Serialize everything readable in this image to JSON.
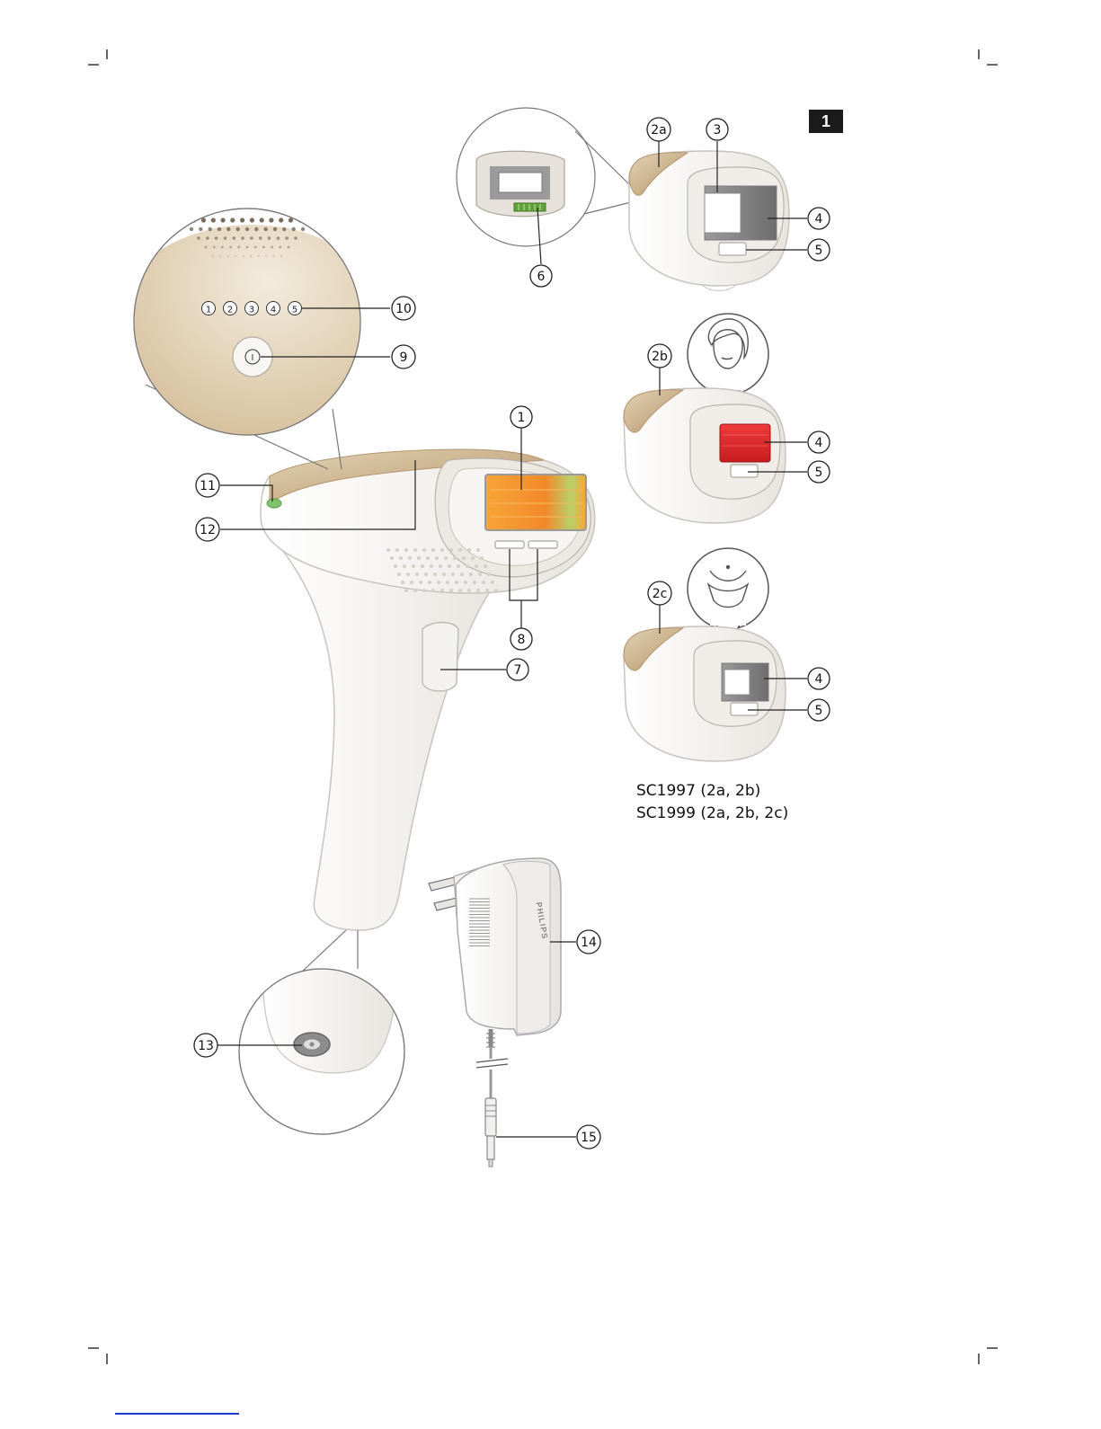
{
  "page_badge": "1",
  "callouts": {
    "c1": "1",
    "c2a": "2a",
    "c2b": "2b",
    "c2c": "2c",
    "c3": "3",
    "c4": "4",
    "c5": "5",
    "c6": "6",
    "c7": "7",
    "c8": "8",
    "c9": "9",
    "c10": "10",
    "c11": "11",
    "c12": "12",
    "c13": "13",
    "c14": "14",
    "c15": "15"
  },
  "intensity_levels": [
    "1",
    "2",
    "3",
    "4",
    "5"
  ],
  "power_symbol": "I",
  "adapter_brand": "PHILIPS",
  "models": [
    "SC1997 (2a, 2b)",
    "SC1999 (2a, 2b, 2c)"
  ],
  "colors": {
    "gold": "#c9b08a",
    "body": "#f4f2ee",
    "window_orange": "#f2892a",
    "indicator_green": "#7cc36b",
    "attachment_red": "#e3282b",
    "filter_grey": "#8a8a8a"
  }
}
